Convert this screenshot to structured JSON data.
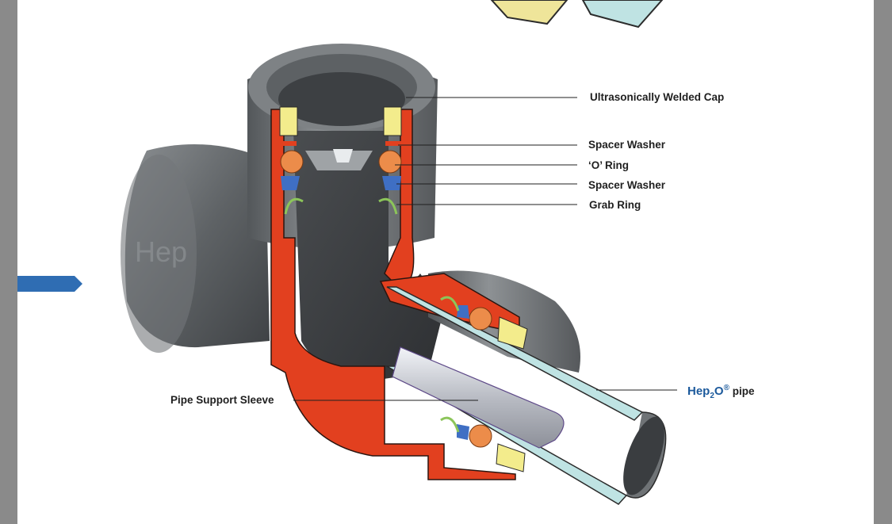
{
  "callouts": {
    "cap": "Ultrasonically Welded Cap",
    "spacer_top": "Spacer Washer",
    "o_ring": "‘O’ Ring",
    "spacer_bottom": "Spacer Washer",
    "grab_ring": "Grab Ring",
    "support_sleeve": "Pipe Support Sleeve"
  },
  "pipe_label": {
    "brand_main": "Hep",
    "brand_sub": "2",
    "brand_end": "O",
    "brand_reg": "®",
    "suffix": "pipe"
  },
  "colors": {
    "body_grey": "#6d7174",
    "section_red": "#e2401f",
    "washer_yellow": "#f3ec8c",
    "o_ring_orange": "#ec8c4a",
    "grab_ring_green": "#8cc55a",
    "spacer_blue": "#3f6fc4",
    "pipe_wall": "#bfe3e3",
    "accent_blue": "#2f6db3"
  }
}
